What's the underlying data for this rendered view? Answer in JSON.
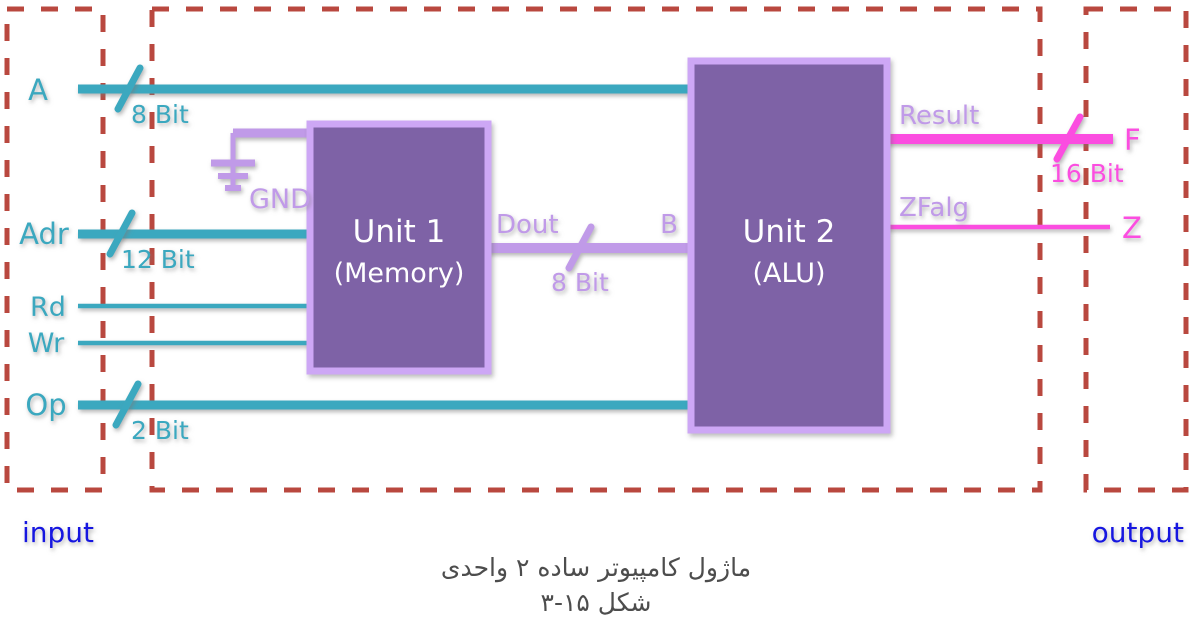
{
  "diagram": {
    "title_fa_line1": "ماژول کامپیوتر ساده ۲ واحدی",
    "title_fa_line2": "شکل ۱۵-۳",
    "zones": {
      "input_label": "input",
      "output_label": "output"
    },
    "blocks": [
      {
        "id": "unit1",
        "title": "Unit 1",
        "subtitle": "(Memory)"
      },
      {
        "id": "unit2",
        "title": "Unit 2",
        "subtitle": "(ALU)"
      }
    ],
    "input_signals": [
      {
        "name": "A",
        "width": "8 Bit",
        "slash": true
      },
      {
        "name": "Adr",
        "width": "12 Bit",
        "slash": true
      },
      {
        "name": "Rd",
        "width": "",
        "slash": false
      },
      {
        "name": "Wr",
        "width": "",
        "slash": false
      },
      {
        "name": "Op",
        "width": "2 Bit",
        "slash": true
      }
    ],
    "internal_signals": [
      {
        "name": "GND",
        "width": "",
        "slash": false
      },
      {
        "name": "Dout",
        "width": "8 Bit",
        "slash": true
      },
      {
        "name": "B",
        "width": "8 Bit",
        "slash": true
      }
    ],
    "output_signals": [
      {
        "name": "Result",
        "width": "16 Bit",
        "terminal": "F"
      },
      {
        "name": "ZFalg",
        "width": "",
        "terminal": "Z"
      }
    ],
    "colors": {
      "input_wire": "#3aa8bf",
      "internal_wire": "#c09ae8",
      "output_wire": "#fb4ee0",
      "block_fill": "#7e62a6",
      "block_stroke": "#cda7f5",
      "zone_border": "#b9483f",
      "zone_label": "#1414e0",
      "caption": "#4d4d4d"
    }
  }
}
